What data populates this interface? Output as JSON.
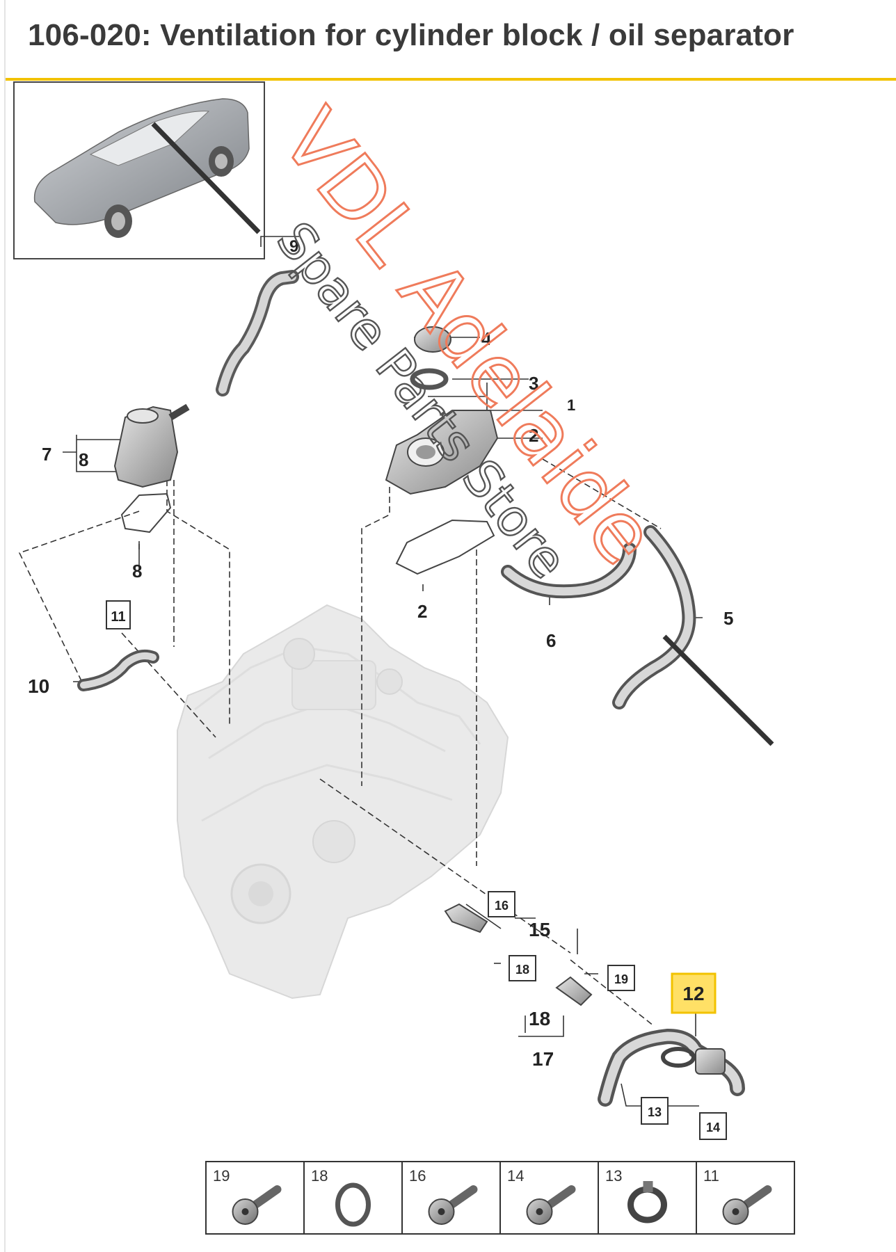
{
  "header": {
    "title": "106-020: Ventilation for cylinder block / oil separator"
  },
  "callouts": {
    "c1": "1",
    "c2a": "2",
    "c2b": "2",
    "c3": "3",
    "c4": "4",
    "c5": "5",
    "c6": "6",
    "c7": "7",
    "c8a": "8",
    "c8b": "8",
    "c9": "9",
    "c10": "10",
    "c11": "11",
    "c12": "12",
    "c13": "13",
    "c14": "14",
    "c15": "15",
    "c16": "16",
    "c17": "17",
    "c18a": "18",
    "c18b": "18",
    "c19": "19"
  },
  "highlighted_callout": "12",
  "watermark": {
    "line1": "VDL Adelaide",
    "line2": "Spare Parts Store"
  },
  "fastener_table": [
    {
      "number": "19",
      "icon": "bolt-icon"
    },
    {
      "number": "18",
      "icon": "seal-ring-icon"
    },
    {
      "number": "16",
      "icon": "bolt-icon"
    },
    {
      "number": "14",
      "icon": "bolt-icon"
    },
    {
      "number": "13",
      "icon": "hose-clamp-icon"
    },
    {
      "number": "11",
      "icon": "bolt-icon"
    }
  ],
  "colors": {
    "accent_rule": "#f2c200",
    "highlight_fill": "#ffe066",
    "highlight_border": "#f2c200",
    "watermark": "#ef7b5b"
  }
}
